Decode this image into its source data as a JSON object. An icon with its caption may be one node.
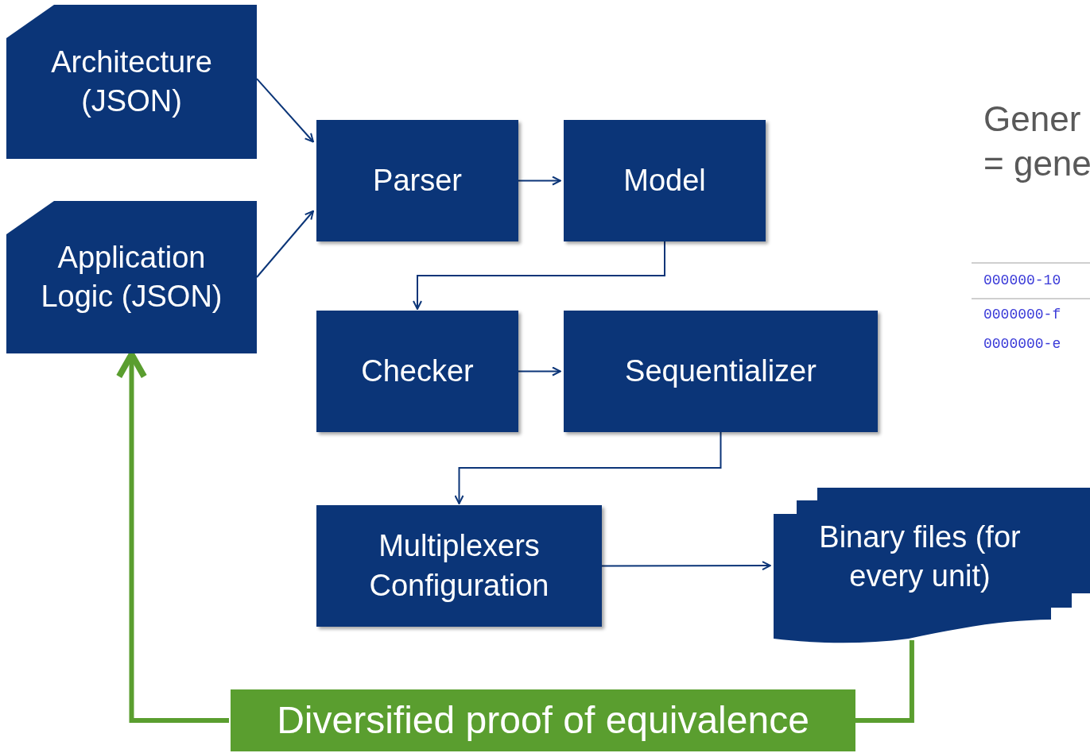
{
  "diagram": {
    "nodes": [
      {
        "text": [
          "Architecture (JSON)"
        ]
      },
      {
        "text": [
          "Application Logic (JSON)"
        ]
      },
      {
        "text": [
          "Parser"
        ]
      },
      {
        "text": [
          "Model"
        ]
      },
      {
        "text": [
          "Checker"
        ]
      },
      {
        "text": [
          "Sequentializer"
        ]
      },
      {
        "text": [
          "Multiplexers Configuration"
        ]
      },
      {
        "text": [
          "Binary files (for every unit)"
        ]
      },
      {
        "text": [
          "Diversified proof of equivalence"
        ]
      }
    ],
    "edges": [
      {
        "from": 0,
        "to": 2,
        "arrow": "to"
      },
      {
        "from": 1,
        "to": 2,
        "arrow": "to"
      },
      {
        "from": 2,
        "to": 3,
        "arrow": "to"
      },
      {
        "from": 3,
        "to": 4,
        "arrow": "to"
      },
      {
        "from": 4,
        "to": 5,
        "arrow": "to"
      },
      {
        "from": 5,
        "to": 6,
        "arrow": "to"
      },
      {
        "from": 6,
        "to": 7,
        "arrow": "to"
      },
      {
        "from": 7,
        "to": 8,
        "arrow": "none",
        "style": "thick",
        "color": "#5a9e2f"
      },
      {
        "from": 8,
        "to": 1,
        "arrow": "to",
        "style": "thick",
        "color": "#5a9e2f"
      }
    ],
    "labels": [
      "Gener",
      "= gene",
      "000000-10",
      "0000000-f",
      "0000000-e"
    ]
  }
}
